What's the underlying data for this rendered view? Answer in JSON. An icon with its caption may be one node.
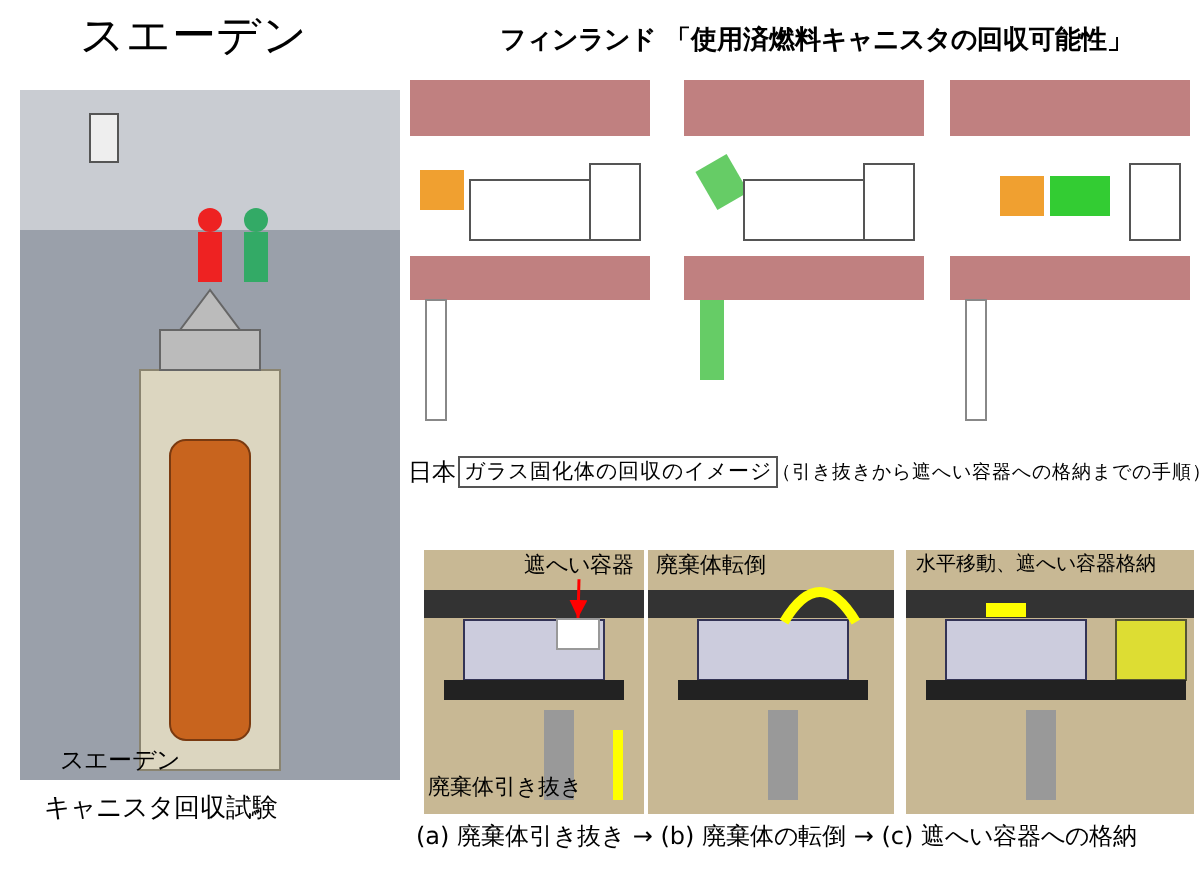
{
  "diagram": {
    "nodes": [
      {
        "text": [
          "ガラス固化体の回収のイメージ"
        ]
      },
      {
        "text": [
          "遮へい容器"
        ]
      },
      {
        "text": [],
        "shape": "box"
      }
    ],
    "edges": [
      {
        "from": 1,
        "to": 2,
        "arrow": "to",
        "color": "#ff0000"
      }
    ],
    "labels": [
      "スエーデン",
      "フィンランド 「使用済燃料キャニスタの回収可能性」",
      "日本",
      "（引き抜きから遮へい容器への格納までの手順）",
      "廃棄体転倒",
      "水平移動、遮へい容器格納",
      "廃棄体引き抜き",
      "スエーデン",
      "キャニスタ回収試験",
      "(a) 廃棄体引き抜き → (b) 廃棄体の転倒 → (c) 遮へい容器への格納"
    ]
  }
}
